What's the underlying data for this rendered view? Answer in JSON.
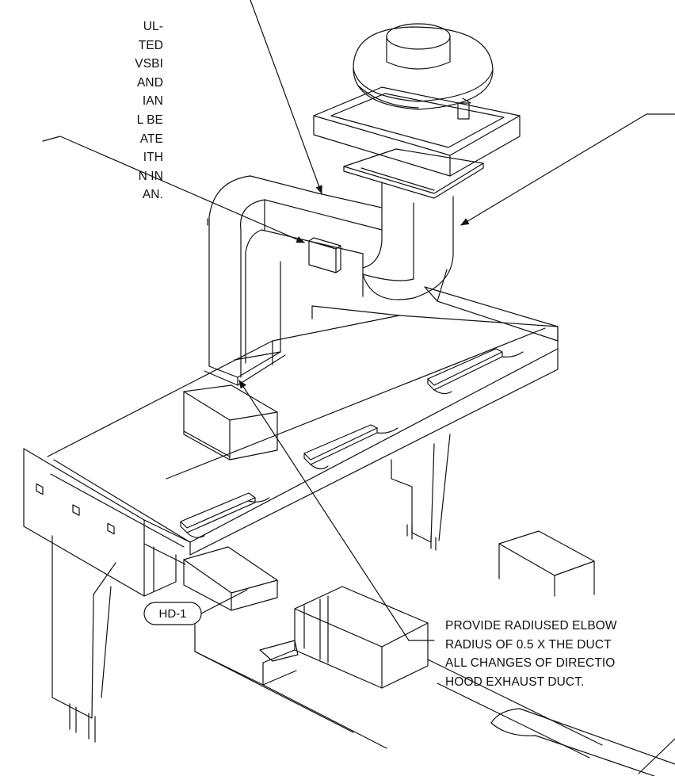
{
  "notes": {
    "left": {
      "lines": [
        "UL-",
        "TED",
        "VSBI",
        "AND",
        "IAN",
        "L BE",
        "ATE",
        "ITH",
        "N IN",
        "AN."
      ]
    },
    "right": {
      "lines": [
        "PROVIDE RADIUSED ELBOW",
        "RADIUS OF 0.5 X THE DUCT",
        "ALL CHANGES OF DIRECTIO",
        "HOOD EXHAUST DUCT."
      ]
    }
  },
  "tag": {
    "label": "HD-1"
  },
  "colors": {
    "line": "#111111",
    "background": "#ffffff"
  }
}
